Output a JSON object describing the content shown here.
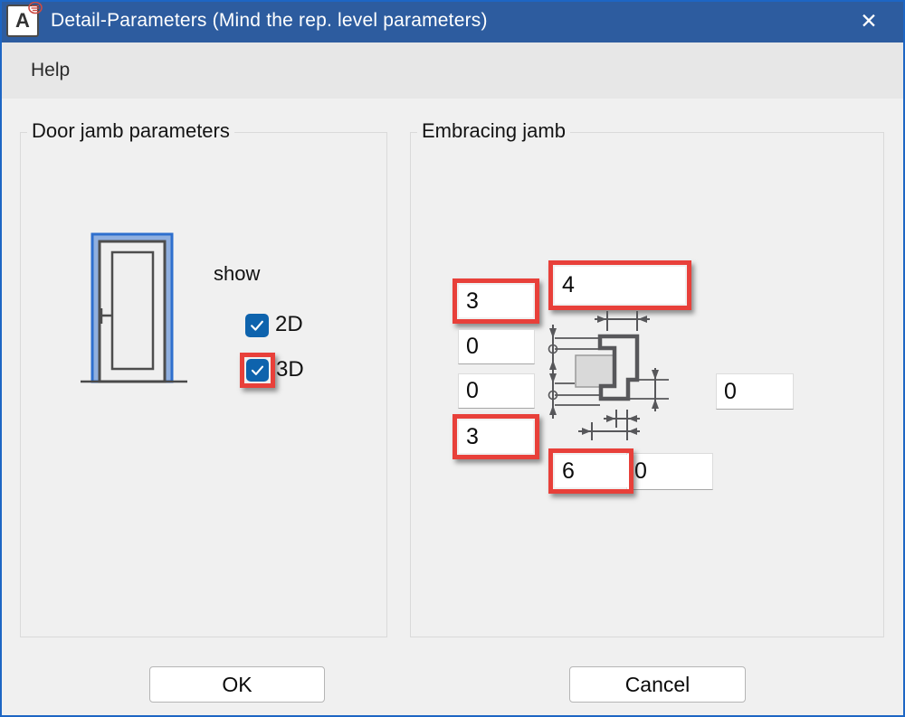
{
  "window": {
    "title": "Detail-Parameters (Mind the rep. level parameters)",
    "close_glyph": "✕",
    "app_icon_letter": "A"
  },
  "menu": {
    "help_label": "Help"
  },
  "door_group": {
    "title": "Door jamb parameters",
    "show_label": "show",
    "checkboxes": [
      {
        "label": "2D",
        "checked": true,
        "highlighted": false
      },
      {
        "label": "3D",
        "checked": true,
        "highlighted": true
      }
    ]
  },
  "embracing_group": {
    "title": "Embracing jamb",
    "fields": {
      "left_top": {
        "value": "3",
        "highlighted": true
      },
      "left_mid1": {
        "value": "0",
        "highlighted": false
      },
      "left_mid2": {
        "value": "0",
        "highlighted": false
      },
      "left_bottom": {
        "value": "3",
        "highlighted": true
      },
      "top_width": {
        "value": "4",
        "highlighted": true
      },
      "right_side": {
        "value": "0",
        "highlighted": false
      },
      "bottom_left": {
        "value": "6",
        "highlighted": true
      },
      "bottom_right": {
        "value": "0",
        "highlighted": false
      }
    }
  },
  "buttons": {
    "ok": "OK",
    "cancel": "Cancel"
  },
  "colors": {
    "titlebar": "#2d5c9f",
    "window_border": "#1d66c4",
    "menu_bg": "#e7e7e7",
    "body_bg": "#f0f0f0",
    "checkbox_blue": "#0e63ad",
    "highlight_red": "#e8403a",
    "drawing_gray": "#57575a",
    "door_frame_blue": "#2e6fce",
    "door_frame_fill": "#8fafdf"
  }
}
